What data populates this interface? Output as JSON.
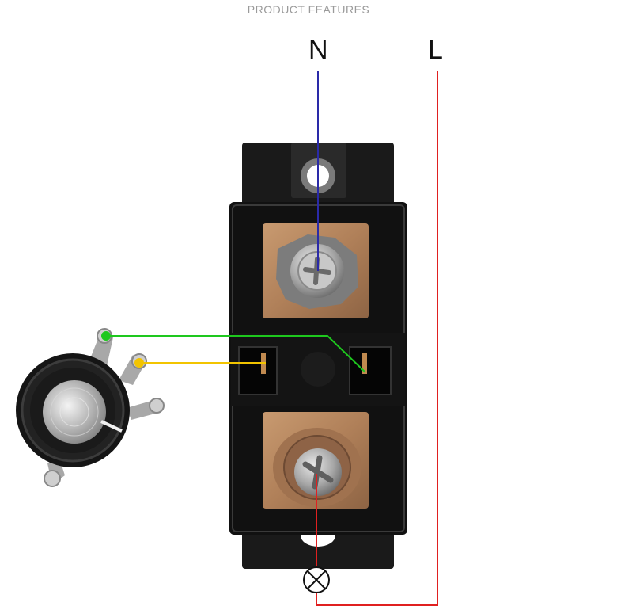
{
  "header": {
    "title": "PRODUCT  FEATURES"
  },
  "terminals": {
    "neutral": "N",
    "live": "L"
  },
  "colors": {
    "header_text": "#9a9a9a",
    "neutral_wire": "#2a2aa8",
    "live_wire": "#e02020",
    "green_wire": "#1ec81e",
    "yellow_wire": "#f2c400",
    "housing": "#111111",
    "copper_plate": "#b88a63",
    "screw": "#b9b9b9"
  },
  "components": {
    "relay": "solid-state-relay",
    "potentiometer": "potentiometer-knob",
    "load": "lamp-symbol"
  }
}
